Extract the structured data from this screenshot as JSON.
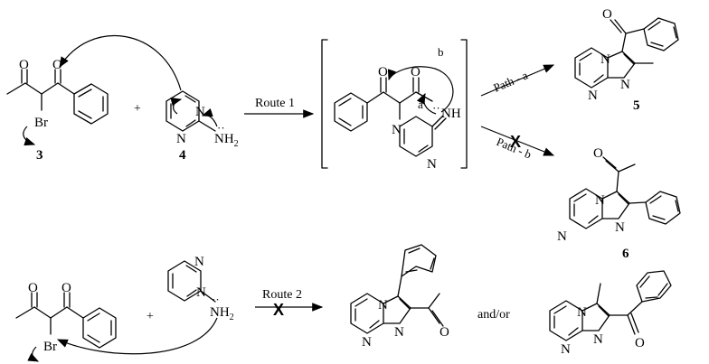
{
  "labels": {
    "route1": "Route 1",
    "route2": "Route 2",
    "path_a": "Path - a",
    "path_b": "Path - b",
    "a": "a",
    "b": "b",
    "and_or": "and/or",
    "cross": "X"
  },
  "atoms": {
    "O": "O",
    "N": "N",
    "Br": "Br",
    "NH": "NH",
    "NH2_main": "NH",
    "NH2_sub": "2"
  },
  "compounds": [
    "3",
    "4",
    "5",
    "6"
  ]
}
